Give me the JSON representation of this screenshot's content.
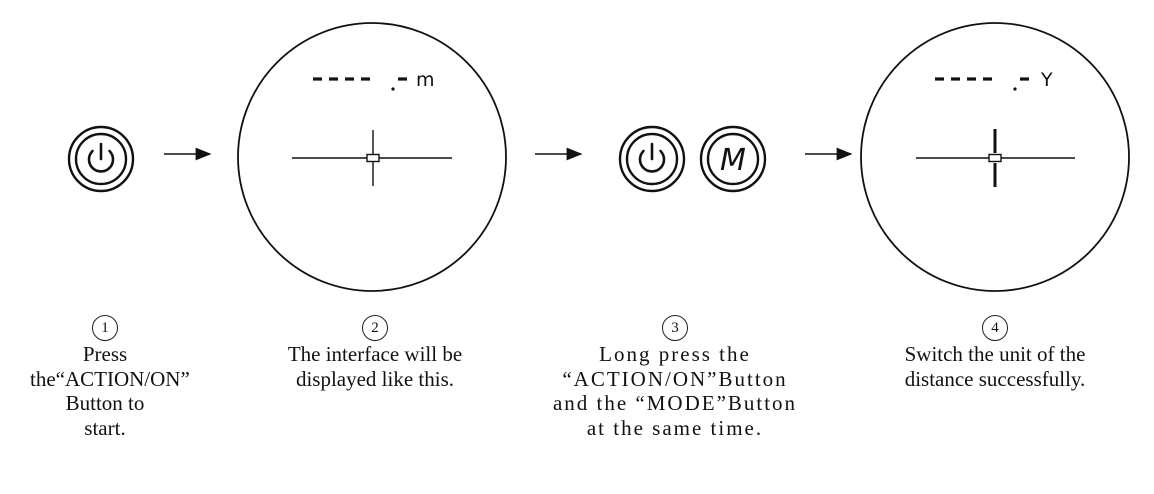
{
  "displays": [
    {
      "readout": "- - - - . -",
      "unit": "m"
    },
    {
      "readout": "- - - - . -",
      "unit": "Y"
    }
  ],
  "buttons": [
    {
      "kind": "action-on",
      "icon": "power-icon"
    },
    {
      "kind": "action-on",
      "icon": "power-icon"
    },
    {
      "kind": "mode",
      "icon": "mode-m-icon",
      "label": "M"
    }
  ],
  "steps": [
    {
      "number": "1",
      "lines": [
        "Press",
        "the“ACTION/ON”",
        "Button to",
        "start."
      ]
    },
    {
      "number": "2",
      "lines": [
        "The interface will be",
        "displayed like this."
      ]
    },
    {
      "number": "3",
      "lines": [
        "Long press the",
        "“ACTION/ON”Button",
        "and the “MODE”Button",
        "at the same time."
      ]
    },
    {
      "number": "4",
      "lines": [
        "Switch the unit of the",
        "distance successfully."
      ]
    }
  ],
  "colors": {
    "stroke": "#111111"
  }
}
